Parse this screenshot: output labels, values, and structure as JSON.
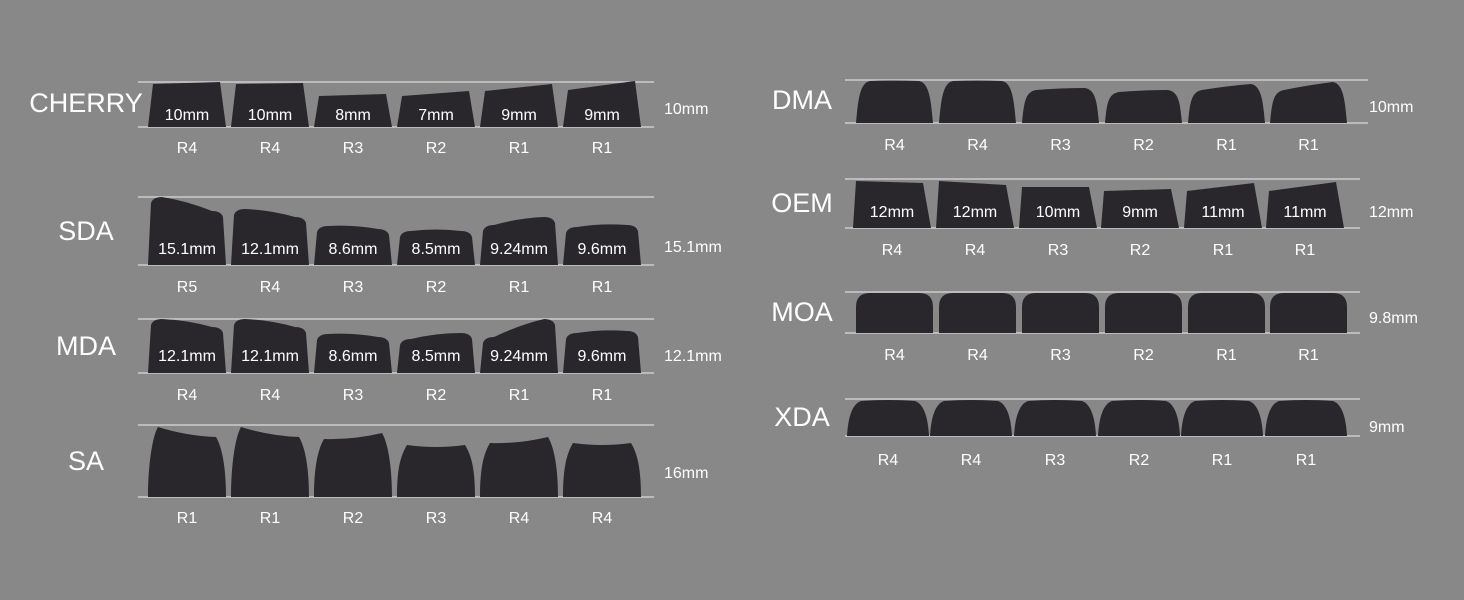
{
  "colors": {
    "background": "#888888",
    "keycap": "#29272c",
    "guide_line": "#d9d9d9",
    "text": "#ffffff"
  },
  "profiles": [
    {
      "name": "CHERRY",
      "height": "10mm",
      "shape": "cherry",
      "keys": [
        {
          "row": "R4",
          "label": "10mm"
        },
        {
          "row": "R4",
          "label": "10mm"
        },
        {
          "row": "R3",
          "label": "8mm"
        },
        {
          "row": "R2",
          "label": "7mm"
        },
        {
          "row": "R1",
          "label": "9mm"
        },
        {
          "row": "R1",
          "label": "9mm"
        }
      ]
    },
    {
      "name": "SDA",
      "height": "15.1mm",
      "shape": "sda",
      "keys": [
        {
          "row": "R5",
          "label": "15.1mm"
        },
        {
          "row": "R4",
          "label": "12.1mm"
        },
        {
          "row": "R3",
          "label": "8.6mm"
        },
        {
          "row": "R2",
          "label": "8.5mm"
        },
        {
          "row": "R1",
          "label": "9.24mm"
        },
        {
          "row": "R1",
          "label": "9.6mm"
        }
      ]
    },
    {
      "name": "MDA",
      "height": "12.1mm",
      "shape": "mda",
      "keys": [
        {
          "row": "R4",
          "label": "12.1mm"
        },
        {
          "row": "R4",
          "label": "12.1mm"
        },
        {
          "row": "R3",
          "label": "8.6mm"
        },
        {
          "row": "R2",
          "label": "8.5mm"
        },
        {
          "row": "R1",
          "label": "9.24mm"
        },
        {
          "row": "R1",
          "label": "9.6mm"
        }
      ]
    },
    {
      "name": "SA",
      "height": "16mm",
      "shape": "sa",
      "keys": [
        {
          "row": "R1",
          "label": ""
        },
        {
          "row": "R1",
          "label": ""
        },
        {
          "row": "R2",
          "label": ""
        },
        {
          "row": "R3",
          "label": ""
        },
        {
          "row": "R4",
          "label": ""
        },
        {
          "row": "R4",
          "label": ""
        }
      ]
    },
    {
      "name": "DMA",
      "height": "10mm",
      "shape": "dma",
      "keys": [
        {
          "row": "R4",
          "label": ""
        },
        {
          "row": "R4",
          "label": ""
        },
        {
          "row": "R3",
          "label": ""
        },
        {
          "row": "R2",
          "label": ""
        },
        {
          "row": "R1",
          "label": ""
        },
        {
          "row": "R1",
          "label": ""
        }
      ]
    },
    {
      "name": "OEM",
      "height": "12mm",
      "shape": "oem",
      "keys": [
        {
          "row": "R4",
          "label": "12mm"
        },
        {
          "row": "R4",
          "label": "12mm"
        },
        {
          "row": "R3",
          "label": "10mm"
        },
        {
          "row": "R2",
          "label": "9mm"
        },
        {
          "row": "R1",
          "label": "11mm"
        },
        {
          "row": "R1",
          "label": "11mm"
        }
      ]
    },
    {
      "name": "MOA",
      "height": "9.8mm",
      "shape": "moa",
      "keys": [
        {
          "row": "R4",
          "label": ""
        },
        {
          "row": "R4",
          "label": ""
        },
        {
          "row": "R3",
          "label": ""
        },
        {
          "row": "R2",
          "label": ""
        },
        {
          "row": "R1",
          "label": ""
        },
        {
          "row": "R1",
          "label": ""
        }
      ]
    },
    {
      "name": "XDA",
      "height": "9mm",
      "shape": "xda",
      "keys": [
        {
          "row": "R4",
          "label": ""
        },
        {
          "row": "R4",
          "label": ""
        },
        {
          "row": "R3",
          "label": ""
        },
        {
          "row": "R2",
          "label": ""
        },
        {
          "row": "R1",
          "label": ""
        },
        {
          "row": "R1",
          "label": ""
        }
      ]
    }
  ]
}
